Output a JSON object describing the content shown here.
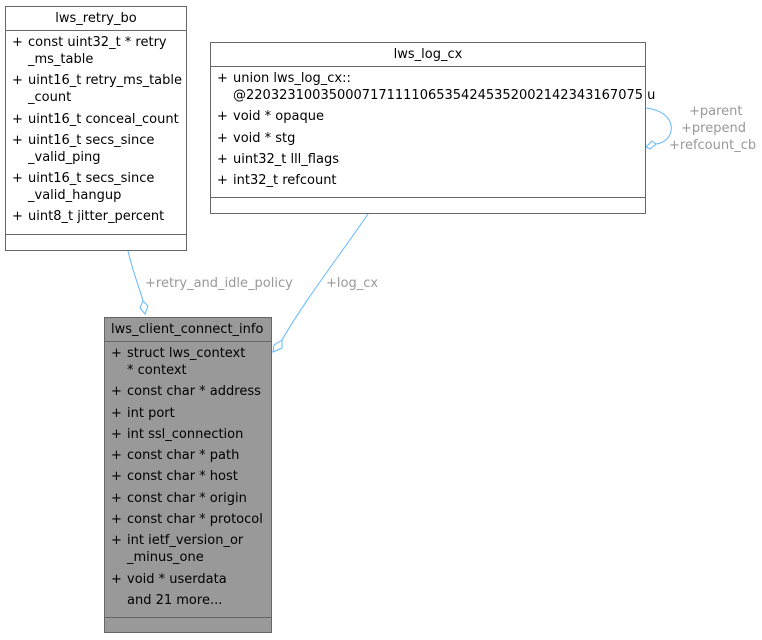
{
  "classes": {
    "retry_bo": {
      "name": "lws_retry_bo",
      "members": [
        {
          "vis": "+",
          "line1": "const uint32_t * retry",
          "line2": "_ms_table"
        },
        {
          "vis": "+",
          "line1": "uint16_t retry_ms_table",
          "line2": "_count"
        },
        {
          "vis": "+",
          "line1": "uint16_t conceal_count",
          "line2": ""
        },
        {
          "vis": "+",
          "line1": "uint16_t secs_since",
          "line2": "_valid_ping"
        },
        {
          "vis": "+",
          "line1": "uint16_t secs_since",
          "line2": "_valid_hangup"
        },
        {
          "vis": "+",
          "line1": "uint8_t jitter_percent",
          "line2": ""
        }
      ]
    },
    "log_cx": {
      "name": "lws_log_cx",
      "members": [
        {
          "vis": "+",
          "line1": "union lws_log_cx::",
          "line2": "@220323100350007171111065354245352002142343167075 u"
        },
        {
          "vis": "+",
          "line1": "void * opaque",
          "line2": ""
        },
        {
          "vis": "+",
          "line1": "void * stg",
          "line2": ""
        },
        {
          "vis": "+",
          "line1": "uint32_t lll_flags",
          "line2": ""
        },
        {
          "vis": "+",
          "line1": "int32_t refcount",
          "line2": ""
        }
      ]
    },
    "client_connect_info": {
      "name": "lws_client_connect_info",
      "members": [
        {
          "vis": "+",
          "line1": "struct lws_context",
          "line2": " * context"
        },
        {
          "vis": "+",
          "line1": "const char * address",
          "line2": ""
        },
        {
          "vis": "+",
          "line1": "int port",
          "line2": ""
        },
        {
          "vis": "+",
          "line1": "int ssl_connection",
          "line2": ""
        },
        {
          "vis": "+",
          "line1": "const char * path",
          "line2": ""
        },
        {
          "vis": "+",
          "line1": "const char * host",
          "line2": ""
        },
        {
          "vis": "+",
          "line1": "const char * origin",
          "line2": ""
        },
        {
          "vis": "+",
          "line1": "const char * protocol",
          "line2": ""
        },
        {
          "vis": "+",
          "line1": "int ietf_version_or",
          "line2": "_minus_one"
        },
        {
          "vis": "+",
          "line1": "void * userdata",
          "line2": ""
        },
        {
          "vis": "",
          "line1": "and 21 more...",
          "line2": ""
        }
      ]
    }
  },
  "edges": {
    "retry_label": "+retry_and_idle_policy",
    "log_label": "+log_cx",
    "self_labels": [
      "+parent",
      "+prepend",
      "+refcount_cb"
    ]
  },
  "colors": {
    "edge": "#63b8ff",
    "edge_label": "#999999",
    "focus_fill": "#999999",
    "border": "#666666"
  }
}
